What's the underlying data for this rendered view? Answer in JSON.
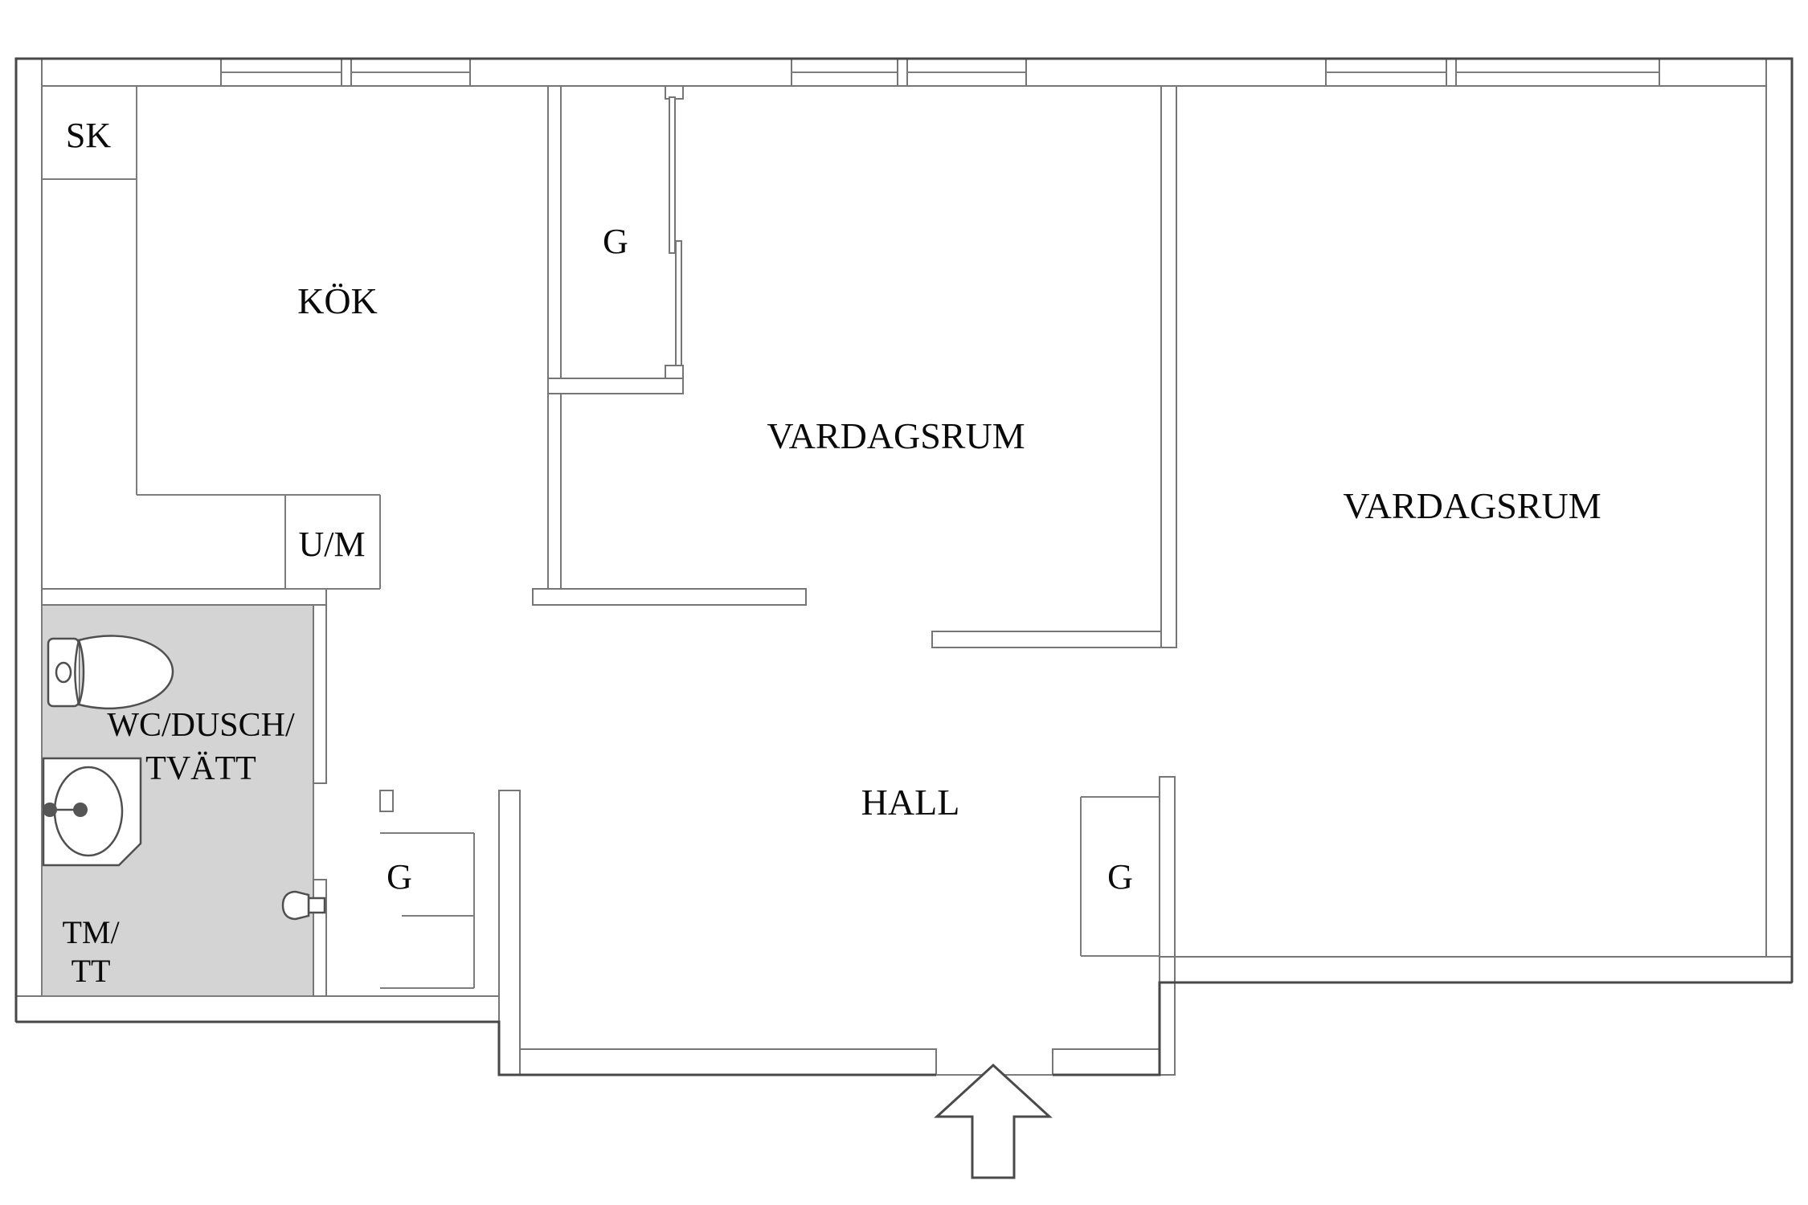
{
  "title": "Apartment floor plan",
  "colors": {
    "background": "#ffffff",
    "wall_line": "#767676",
    "outer_line": "#474747",
    "bathroom_floor": "#d4d4d4",
    "text": "#0a0a0a"
  },
  "rooms": {
    "kitchen": {
      "label": "KÖK"
    },
    "living_room_1": {
      "label": "VARDAGSRUM"
    },
    "living_room_2": {
      "label": "VARDAGSRUM"
    },
    "hall": {
      "label": "HALL"
    },
    "bathroom": {
      "label_line1": "WC/DUSCH/",
      "label_line2": "TVÄTT"
    }
  },
  "closets": {
    "sk": {
      "label": "SK"
    },
    "g_top": {
      "label": "G"
    },
    "g_left": {
      "label": "G"
    },
    "g_hall": {
      "label": "G"
    }
  },
  "appliances": {
    "um": {
      "label": "U/M"
    },
    "tm_tt": {
      "label_line1": "TM/",
      "label_line2": "TT"
    }
  },
  "icons": {
    "toilet": "toilet-icon",
    "sink": "sink-icon",
    "shower": "shower-mixer-icon",
    "entry_arrow": "entry-arrow-icon"
  }
}
